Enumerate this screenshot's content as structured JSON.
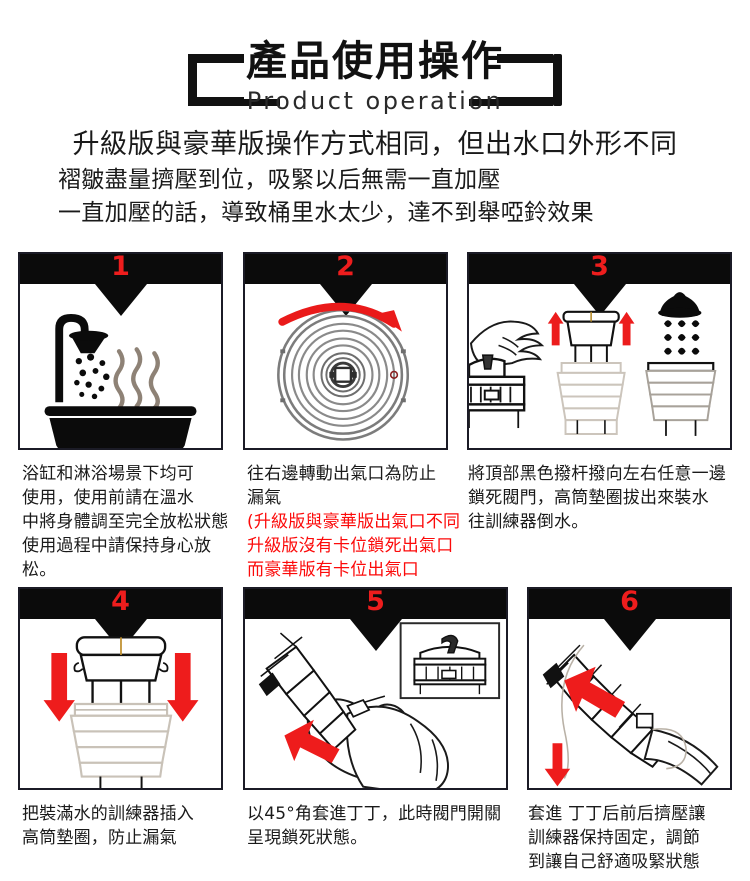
{
  "header": {
    "title_cn": "產品使用操作",
    "title_en": "Product operation"
  },
  "intro": {
    "line1": "升級版與豪華版操作方式相同，但出水口外形不同",
    "line2": "褶皺盡量擠壓到位，吸緊以后無需一直加壓",
    "line3": "一直加壓的話，導致桶里水太少，達不到舉啞鈴效果"
  },
  "colors": {
    "accent_red": "#ee1d1d",
    "warning_red": "#fc0a0a",
    "panel_header": "#0b0b0b",
    "panel_border": "#1b1b26",
    "text": "#1a1a1a",
    "background": "#ffffff"
  },
  "steps": [
    {
      "number": "1",
      "art": "bathtub-shower-steam",
      "caption_black": "浴缸和淋浴場景下均可\n使用，使用前請在溫水\n中將身體調至完全放松狀態\n使用過程中請保持身心放松。",
      "caption_red": ""
    },
    {
      "number": "2",
      "art": "top-view-rings-rotate-arrow",
      "caption_black": "往右邊轉動出氣口為防止\n漏氣",
      "caption_red": "(升級版與豪華版出氣口不同\n升級版沒有卡位鎖死出氣口\n而豪華版有卡位出氣口"
    },
    {
      "number": "3",
      "art": "hand-lever-pull-up-fill-water",
      "caption_black": "將頂部黑色撥杆撥向左右任意一邊\n鎖死閥門，高筒墊圈拔出來裝水\n往訓練器倒水。",
      "caption_red": ""
    },
    {
      "number": "4",
      "art": "push-down-arrows-bellows",
      "caption_black": "把裝滿水的訓練器插入\n高筒墊圈，防止漏氣",
      "caption_red": ""
    },
    {
      "number": "5",
      "art": "hand-insert-45-degree-inset",
      "caption_black": "以45°角套進丁丁，此時閥門開關\n呈現鎖死狀態。",
      "caption_red": ""
    },
    {
      "number": "6",
      "art": "squeeze-adjust-suction",
      "caption_black": "套進 丁丁后前后擠壓讓\n訓練器保持固定，調節\n到讓自己舒適吸緊狀態",
      "caption_red": ""
    }
  ]
}
